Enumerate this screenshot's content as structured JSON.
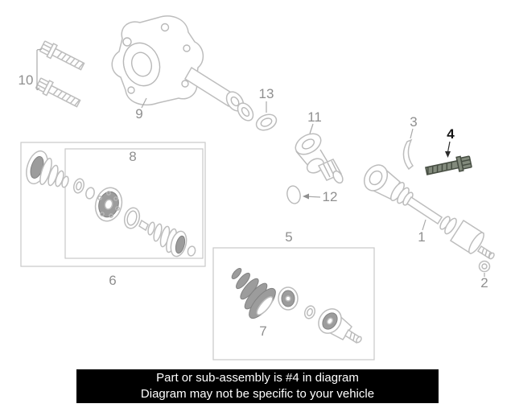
{
  "callouts": {
    "1": "1",
    "2": "2",
    "3": "3",
    "4": "4",
    "5": "5",
    "6": "6",
    "7": "7",
    "8": "8",
    "9": "9",
    "10": "10",
    "11": "11",
    "12": "12",
    "13": "13"
  },
  "highlighted_part": "4",
  "banner": {
    "line1": "Part or sub-assembly is #4 in diagram",
    "line2": "Diagram may not be specific to your vehicle",
    "background": "#000000",
    "text_color": "#ffffff"
  },
  "colors": {
    "line_art": "#bdbdbd",
    "dark_fill": "#9c9c9c",
    "label_text": "#8f8f8f",
    "highlight_label_text": "#141414",
    "highlight_part_fill": "#828a7c",
    "highlight_part_stroke": "#474e43"
  }
}
